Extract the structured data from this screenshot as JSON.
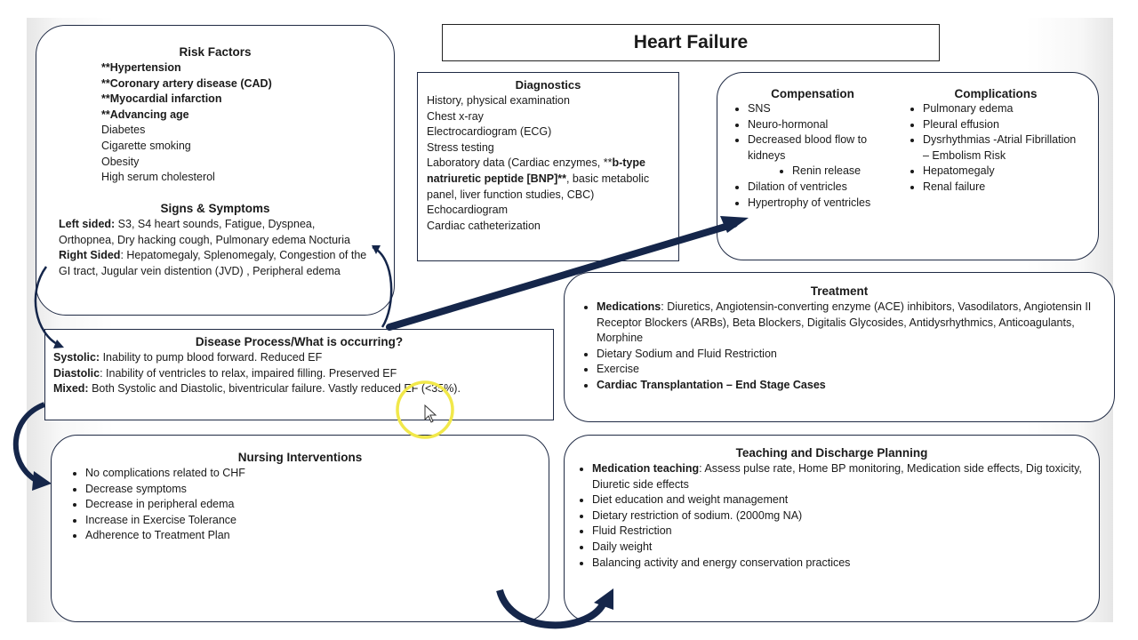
{
  "title": "Heart Failure",
  "risk": {
    "heading": "Risk Factors",
    "bold_items": [
      "**Hypertension",
      "**Coronary artery disease (CAD)",
      "**Myocardial infarction",
      "**Advancing age"
    ],
    "items": [
      "Diabetes",
      "Cigarette smoking",
      "Obesity",
      "High serum cholesterol"
    ]
  },
  "signs": {
    "heading": "Signs & Symptoms",
    "left_label": "Left sided:",
    "left_text": " S3, S4 heart sounds, Fatigue, Dyspnea, Orthopnea, Dry hacking cough, Pulmonary edema Nocturia",
    "right_label": "Right Sided",
    "right_text": ": Hepatomegaly, Splenomegaly, Congestion of the GI tract, Jugular vein distention (JVD) , Peripheral edema"
  },
  "diagnostics": {
    "heading": "Diagnostics",
    "items_before": [
      "History, physical examination",
      "Chest x-ray",
      "Electrocardiogram (ECG)",
      "Stress testing"
    ],
    "lab_prefix": "Laboratory data (Cardiac enzymes, **",
    "lab_bold": "b-type natriuretic peptide [BNP]**",
    "lab_suffix": ", basic metabolic panel, liver function studies, CBC)",
    "items_after": [
      "Echocardiogram",
      "Cardiac catheterization"
    ]
  },
  "compensation": {
    "heading": "Compensation",
    "items": [
      "SNS",
      "Neuro-hormonal",
      "Decreased blood flow to kidneys"
    ],
    "subitem": "Renin release",
    "items2": [
      "Dilation of ventricles",
      "Hypertrophy of ventricles"
    ]
  },
  "complications": {
    "heading": "Complications",
    "items": [
      "Pulmonary edema",
      "Pleural effusion",
      "Dysrhythmias -Atrial Fibrillation – Embolism Risk",
      "Hepatomegaly",
      "Renal failure"
    ]
  },
  "disease": {
    "heading": "Disease Process/What is occurring?",
    "rows": [
      {
        "label": "Systolic:",
        "text": " Inability to pump blood forward. Reduced EF"
      },
      {
        "label": "Diastolic",
        "text": ": Inability of ventricles to relax, impaired filling. Preserved EF"
      },
      {
        "label": "Mixed:",
        "text": " Both Systolic and Diastolic, biventricular failure. Vastly reduced EF (<35%)."
      }
    ]
  },
  "treatment": {
    "heading": "Treatment",
    "med_label": "Medications",
    "med_text": ": Diuretics, Angiotensin-converting enzyme (ACE) inhibitors, Vasodilators, Angiotensin II Receptor Blockers (ARBs), Beta Blockers, Digitalis Glycosides, Antidysrhythmics, Anticoagulants, Morphine",
    "items": [
      "Dietary Sodium and Fluid Restriction",
      "Exercise"
    ],
    "last_item": "Cardiac Transplantation – End Stage Cases"
  },
  "nursing": {
    "heading": "Nursing Interventions",
    "items": [
      "No complications related to CHF",
      "Decrease symptoms",
      "Decrease in peripheral edema",
      "Increase in Exercise Tolerance",
      "Adherence to Treatment Plan"
    ]
  },
  "teaching": {
    "heading": "Teaching and Discharge Planning",
    "med_label": "Medication teaching",
    "med_text": ": Assess pulse rate, Home BP monitoring, Medication side effects, Dig toxicity, Diuretic side effects",
    "items": [
      "Diet education and weight management",
      "Dietary restriction of sodium. (2000mg NA)",
      "Fluid Restriction",
      "Daily weight",
      "Balancing activity and energy conservation practices"
    ]
  },
  "colors": {
    "arrow": "#15264a",
    "border": "#1f2a44",
    "cursor_ring": "#f1e84a"
  }
}
